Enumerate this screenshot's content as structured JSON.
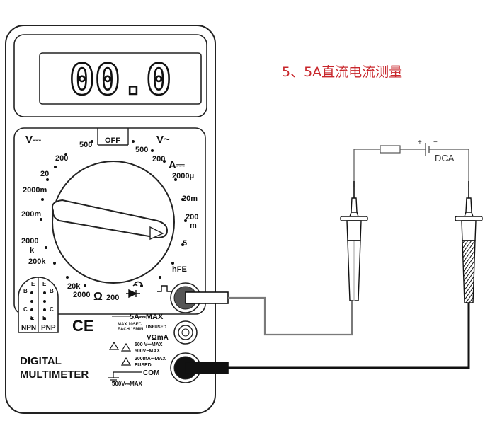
{
  "title": "5、5A直流电流测量",
  "meter": {
    "display_value": "00.0",
    "brand_line1": "DIGITAL",
    "brand_line2": "MULTIMETER",
    "ce_mark": "CE",
    "dial": {
      "section_dcv": "V⎓",
      "section_acv": "V~",
      "section_dca": "A⎓",
      "off": "OFF",
      "dcv_500": "500",
      "dcv_200": "200",
      "dcv_20": "20",
      "dcv_2000m": "2000m",
      "dcv_200m": "200m",
      "ohm_2000k": "2000",
      "ohm_k": "k",
      "ohm_200k": "200k",
      "ohm_20k": "20k",
      "ohm_2000": "2000",
      "ohm_symbol": "Ω",
      "ohm_200": "200",
      "acv_500": "500",
      "acv_200": "200",
      "dca_2000u": "2000μ",
      "dca_20m": "20m",
      "dca_200": "200",
      "dca_m": "m",
      "dca_5": "5",
      "hfe": "hFE"
    },
    "transistor_socket": {
      "npn": "NPN",
      "pnp": "PNP",
      "pins_left": [
        "E",
        "B",
        "C",
        "E"
      ],
      "pins_right": [
        "E",
        "B",
        "C",
        "E"
      ]
    },
    "jacks": {
      "label_5a": "5A⎓MAX",
      "note_max": "MAX 10SEC",
      "note_each": "EACH 15MIN",
      "note_unfused": "UNFUSED",
      "label_vohm": "VΩmA",
      "warn_1": "500 V⎓MAX",
      "warn_2": "500V~MAX",
      "warn_3": "200mA⎓MAX",
      "warn_4": "FUSED",
      "label_com": "COM",
      "ground": "500V⎓MAX"
    }
  },
  "circuit": {
    "battery_plus": "+",
    "battery_minus": "−",
    "load_label": "DCA"
  },
  "colors": {
    "title": "#c8262b",
    "lead_red_wire": "#8a8a8a",
    "lead_black_wire": "#111111",
    "lcd_digits": "#111111"
  }
}
